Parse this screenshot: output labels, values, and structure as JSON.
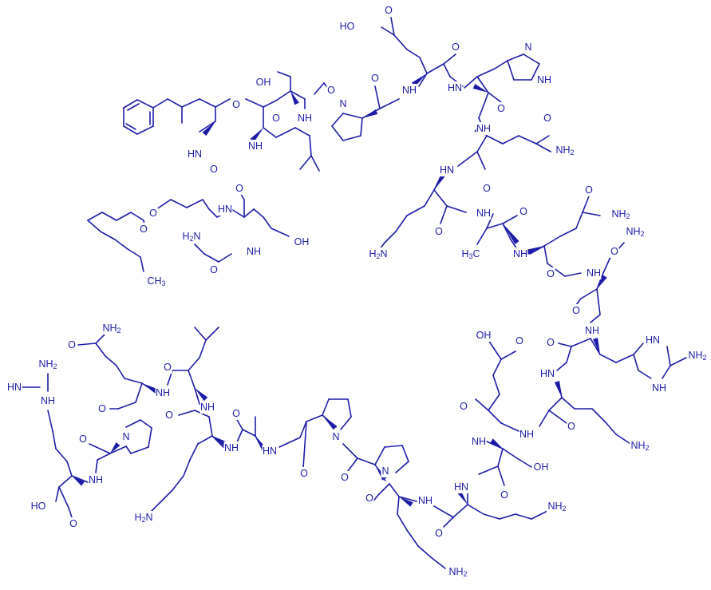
{
  "colors": {
    "structure": "#1c1ca8",
    "background": "#ffffff"
  },
  "labels": {
    "nh": "NH",
    "hn": "HN",
    "n": "N",
    "h2n": "H2N",
    "nh2": "NH2",
    "oh": "OH",
    "ho": "HO",
    "o": "O",
    "ch3": "CH3",
    "h3c": "H3C"
  }
}
